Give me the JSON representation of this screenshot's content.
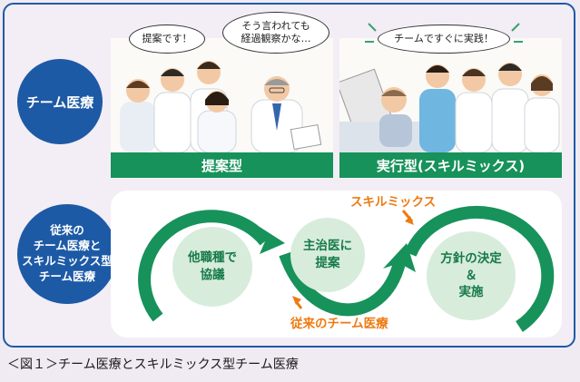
{
  "team_label": "チーム医療",
  "traditional_label": [
    "従来の",
    "チーム医療と",
    "スキルミックス型",
    "チーム医療"
  ],
  "speech": {
    "proposal_1": "提案です！",
    "proposal_2": [
      "そう言われても",
      "経過観察かな…"
    ],
    "practice": "チームですぐに実践！"
  },
  "bars": {
    "proposal": "提案型",
    "practice": "実行型(スキルミックス)"
  },
  "flow": {
    "node_1": [
      "他職種で",
      "協議"
    ],
    "node_2": [
      "主治医に",
      "提案"
    ],
    "node_3": [
      "方針の決定",
      "＆",
      "実施"
    ],
    "skill_mix": "スキルミックス",
    "traditional": "従来のチーム医療"
  },
  "caption": "＜図１＞チーム医療とスキルミックス型チーム医療",
  "colors": {
    "blue": "#1d5aa6",
    "green": "#17925a",
    "orange": "#ee7a11",
    "node_fill": "#d8ecdc"
  }
}
